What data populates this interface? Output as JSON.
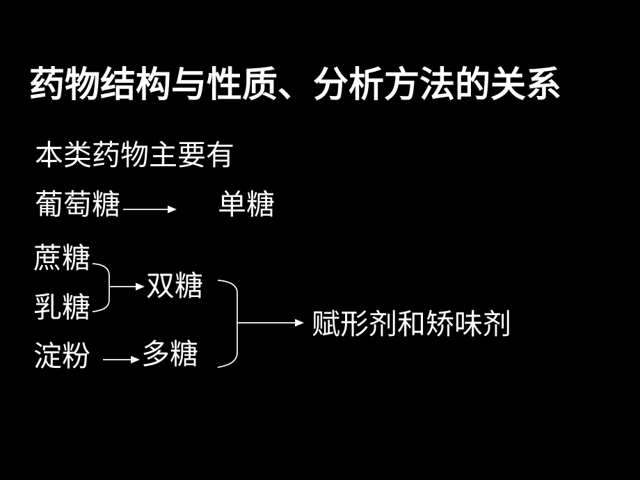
{
  "slide": {
    "colors": {
      "background": "#000000",
      "text": "#ffffff"
    },
    "title": "药物结构与性质、分析方法的关系",
    "intro": "本类药物主要有",
    "nodes": {
      "glucose": "葡萄糖",
      "monosaccharide": "单糖",
      "sucrose": "蔗糖",
      "lactose": "乳糖",
      "disaccharide": "双糖",
      "starch": "淀粉",
      "polysaccharide": "多糖",
      "excipient_flavoring": "赋形剂和矫味剂"
    },
    "relations": [
      {
        "from": [
          "葡萄糖"
        ],
        "to": "单糖"
      },
      {
        "from": [
          "蔗糖",
          "乳糖"
        ],
        "to": "双糖"
      },
      {
        "from": [
          "淀粉"
        ],
        "to": "多糖"
      },
      {
        "from": [
          "双糖",
          "多糖"
        ],
        "to": "赋形剂和矫味剂"
      }
    ]
  }
}
